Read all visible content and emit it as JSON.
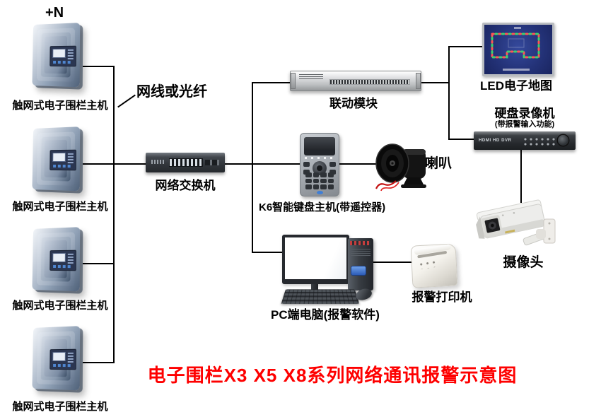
{
  "diagram": {
    "title": "电子围栏X3 X5 X8系列网络通讯报警示意图",
    "title_color": "#fe0000",
    "top_annotation": "+N",
    "link_label": "网线或光纤",
    "nodes": {
      "fence_host": {
        "label": "触网式电子围栏主机"
      },
      "switch": {
        "label": "网络交换机"
      },
      "linkage_module": {
        "label": "联动模块"
      },
      "k6_keyboard": {
        "label": "K6智能键盘主机(带遥控器)"
      },
      "horn": {
        "label": "喇叭"
      },
      "led_map": {
        "label": "LED电子地图"
      },
      "dvr": {
        "label": "硬盘录像机",
        "sub_label": "(带报警输入功能)",
        "panel_text": "HDMI HD DVR"
      },
      "camera": {
        "label": "摄像头"
      },
      "pc": {
        "label": "PC端电脑(报警软件)"
      },
      "printer": {
        "label": "报警打印机"
      }
    },
    "colors": {
      "line": "#000000",
      "led_red": "#ff5555",
      "led_green": "#3fd06e"
    }
  }
}
